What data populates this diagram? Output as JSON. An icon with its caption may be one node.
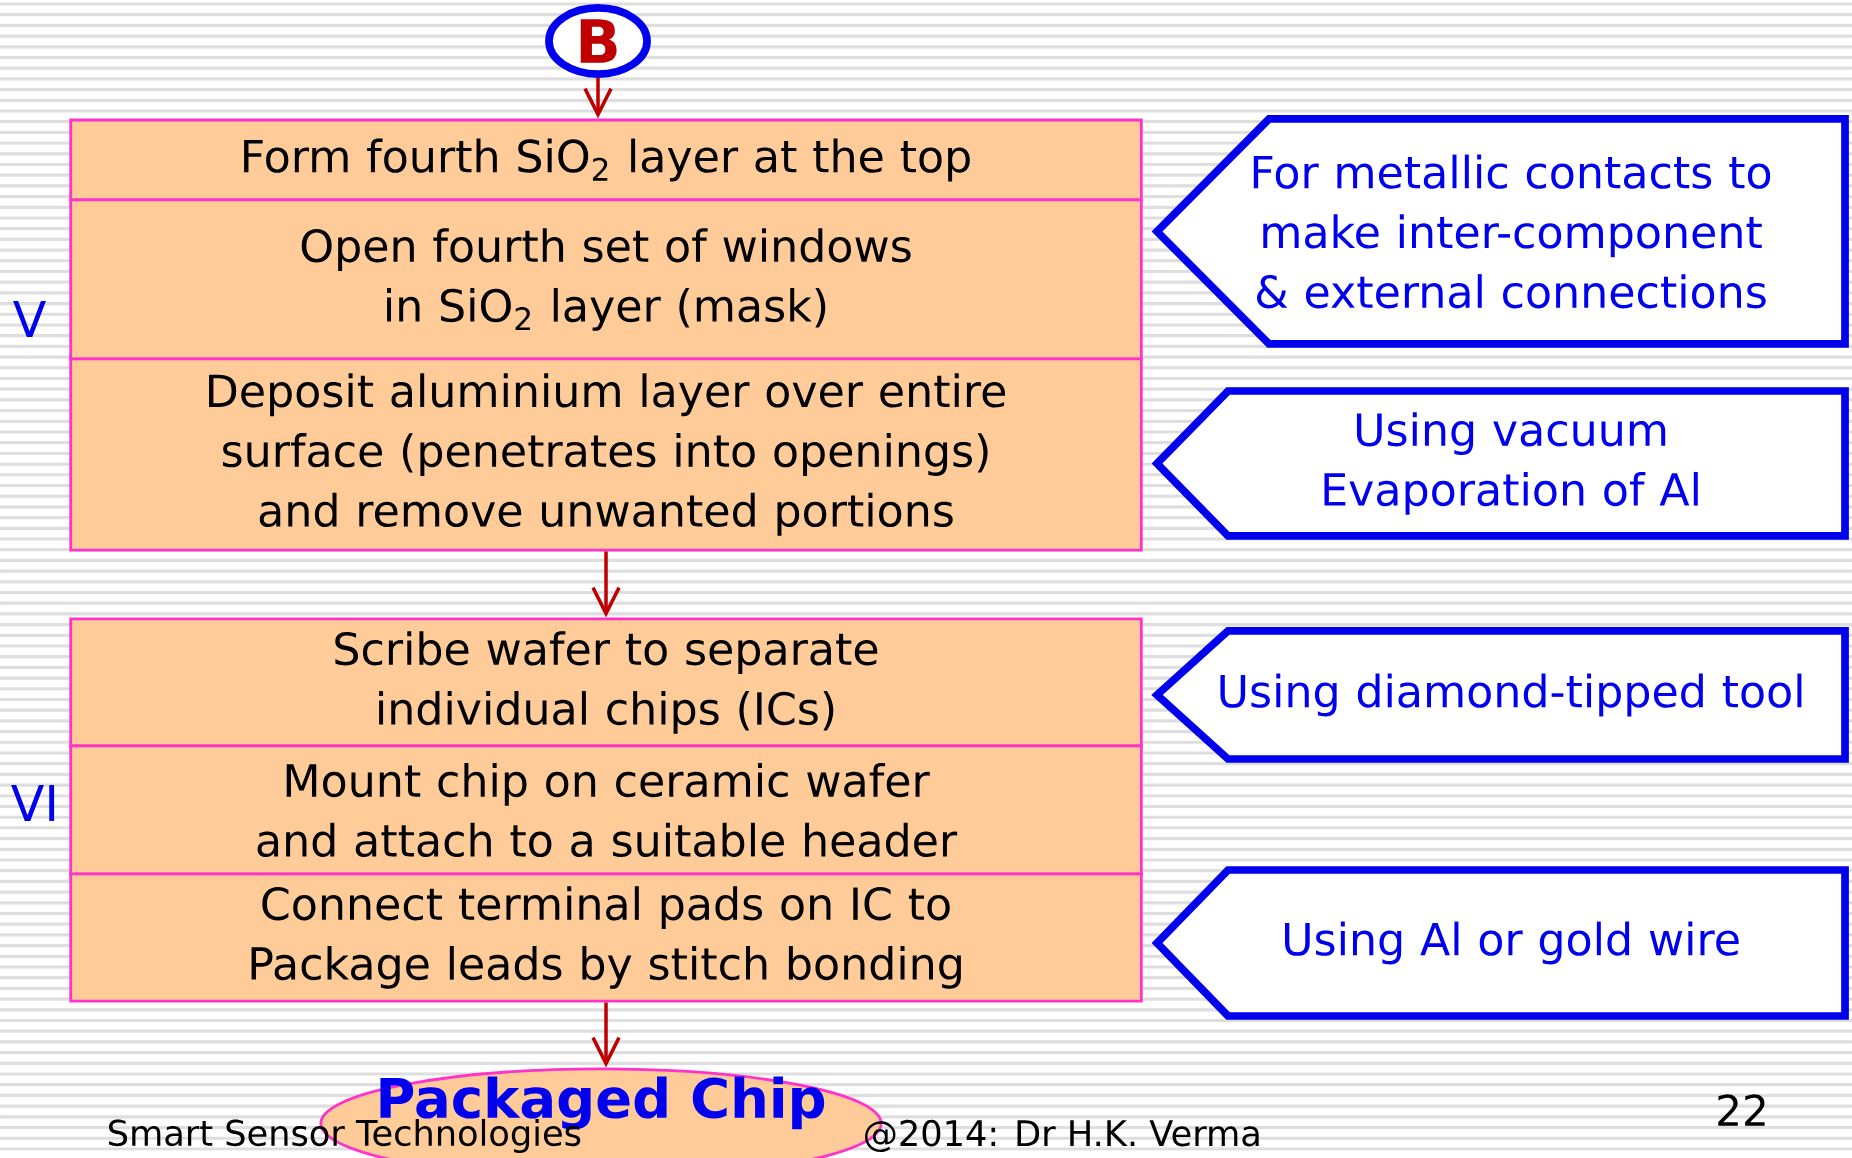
{
  "diagram": {
    "nodes": [
      {
        "text": [
          "B"
        ]
      },
      {
        "text": [
          "Form fourth SiO$_{2}$ layer at the top"
        ]
      },
      {
        "text": [
          "Open fourth set of windows in SiO$_{2}$ layer (mask)"
        ]
      },
      {
        "text": [
          "Deposit aluminium layer over entire surface (penetrates into openings) and remove unwanted portions"
        ]
      },
      {
        "text": [
          "For metallic contacts to make inter-component & external connections"
        ]
      },
      {
        "text": [
          "Using vacuum Evaporation of Al"
        ]
      },
      {
        "text": [
          "Scribe wafer to separate individual chips (ICs)"
        ]
      },
      {
        "text": [
          "Mount chip on ceramic wafer and attach to a suitable header"
        ]
      },
      {
        "text": [
          "Connect terminal pads on IC to Package leads by stitch bonding"
        ]
      },
      {
        "text": [
          "Using diamond-tipped tool"
        ]
      },
      {
        "text": [
          "Using Al or gold wire"
        ]
      },
      {
        "text": [
          "Packaged Chip"
        ]
      }
    ],
    "edges": [
      {
        "from": 0,
        "to": 1,
        "arrow": "to"
      },
      {
        "from": 3,
        "to": 6,
        "arrow": "to"
      },
      {
        "from": 8,
        "to": 11,
        "arrow": "to"
      }
    ],
    "labels": [
      "V",
      "VI",
      "22",
      "Smart Sensor Technologies",
      "@2014: Dr H.K. Verma"
    ]
  }
}
